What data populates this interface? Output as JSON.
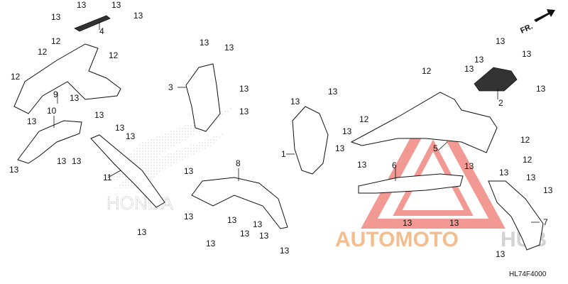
{
  "diagram_code": "HL74F4000",
  "direction_label": "FR.",
  "watermark": {
    "word_part1": "AUTOMOTO",
    "word_part2": "HUB",
    "color_part1": "#f2b27a",
    "color_part2": "#d9d9d9",
    "logo_color": "#e8473d"
  },
  "background_logo_text": "HONDA",
  "callouts": {
    "c1": "1",
    "c2": "2",
    "c3": "3",
    "c4": "4",
    "c5": "5",
    "c6": "6",
    "c7": "7",
    "c8": "8",
    "c9": "9",
    "c10": "10",
    "c11": "11",
    "c12": "12",
    "c13": "13"
  }
}
